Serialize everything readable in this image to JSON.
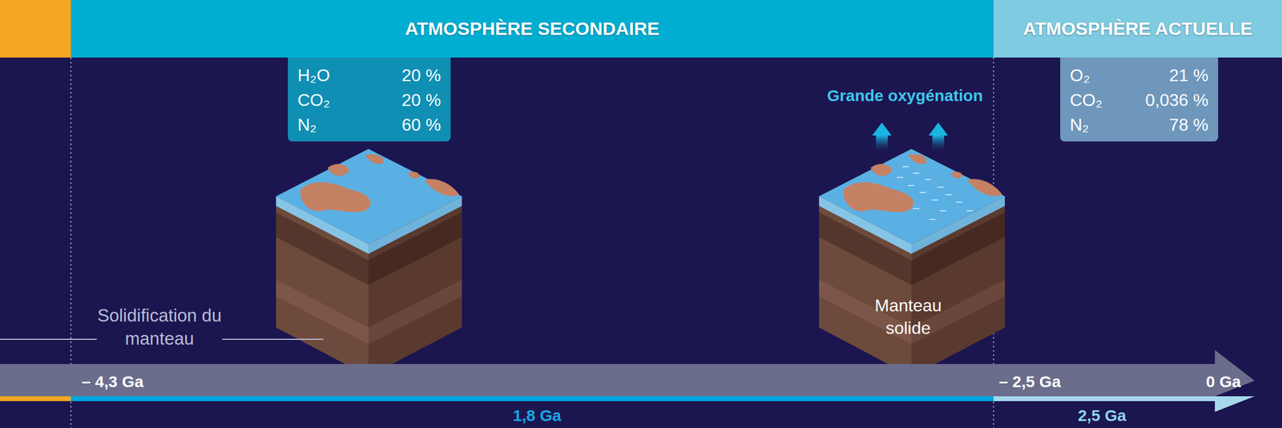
{
  "diagram": {
    "nodes": [
      {
        "text": [
          "ATMOSPHÈRE SECONDAIRE"
        ]
      },
      {
        "text": [
          "ATMOSPHÈRE ACTUELLE"
        ]
      },
      {
        "text": [
          "H₂O",
          "20 %",
          "CO₂",
          "20 %",
          "N₂",
          "60 %"
        ]
      },
      {
        "text": [
          "O₂",
          "21 %",
          "CO₂",
          "0,036 %",
          "N₂",
          "78 %"
        ]
      }
    ],
    "labels": [
      "Grande oxygénation",
      "Solidification du manteau",
      "Manteau solide",
      "– 4,3 Ga",
      "– 2,5 Ga",
      "0 Ga",
      "1,8 Ga",
      "2,5 Ga"
    ]
  }
}
